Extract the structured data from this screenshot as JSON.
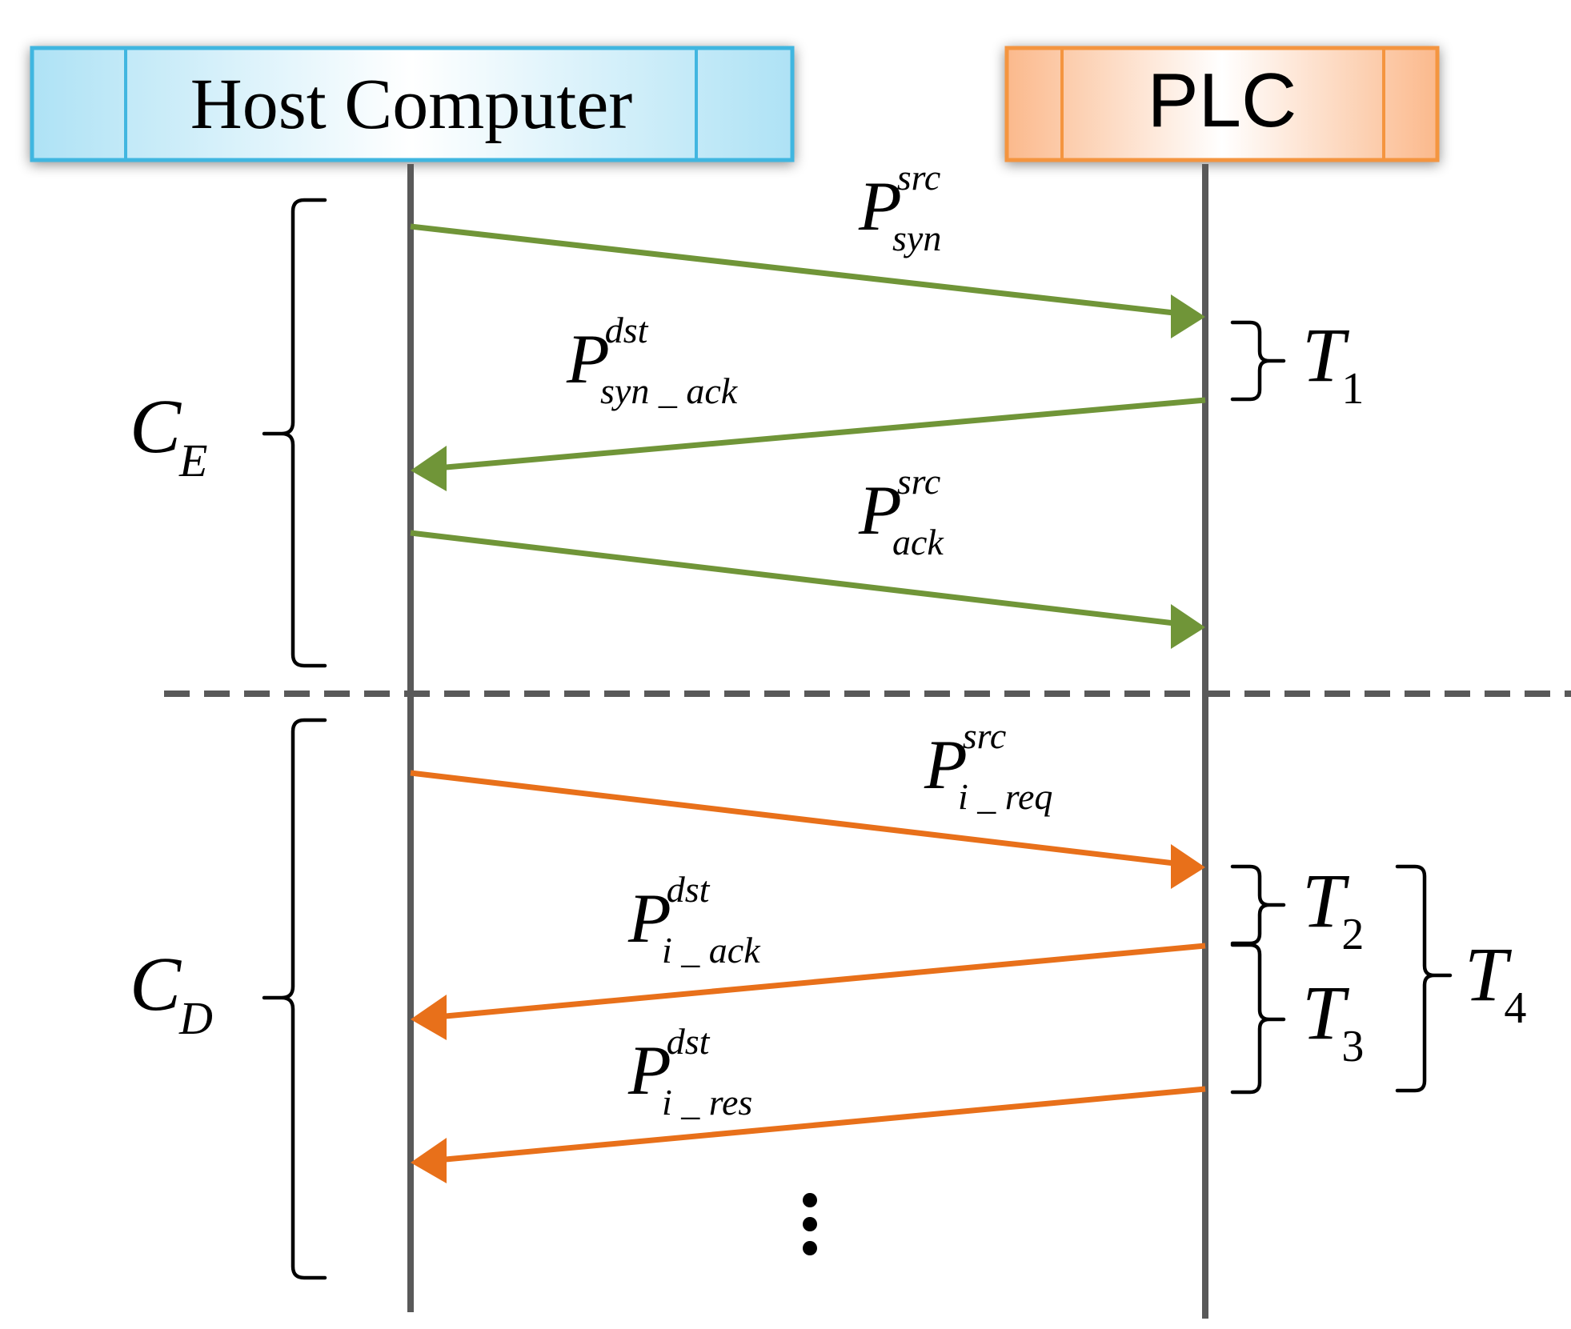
{
  "lifelines": {
    "host": {
      "title": "Host Computer",
      "fill": "#bfeaf8",
      "border": "#41b6e0"
    },
    "plc": {
      "title": "PLC",
      "fill": "#fcc9a4",
      "border": "#f4953f"
    }
  },
  "colors": {
    "establishment_arrow": "#709538",
    "data_arrow": "#e8701a",
    "lifeline": "#595959",
    "separator": "#595959"
  },
  "messages": [
    {
      "id": "syn",
      "base": "P",
      "sup": "src",
      "sub": "syn",
      "direction": "host-to-plc",
      "phase": "establishment"
    },
    {
      "id": "syn-ack",
      "base": "P",
      "sup": "dst",
      "sub": "syn _ ack",
      "direction": "plc-to-host",
      "phase": "establishment"
    },
    {
      "id": "ack",
      "base": "P",
      "sup": "src",
      "sub": "ack",
      "direction": "host-to-plc",
      "phase": "establishment"
    },
    {
      "id": "i-req",
      "base": "P",
      "sup": "src",
      "sub": "i _ req",
      "direction": "host-to-plc",
      "phase": "data"
    },
    {
      "id": "i-ack",
      "base": "P",
      "sup": "dst",
      "sub": "i _ ack",
      "direction": "plc-to-host",
      "phase": "data"
    },
    {
      "id": "i-res",
      "base": "P",
      "sup": "dst",
      "sub": "i _ res",
      "direction": "plc-to-host",
      "phase": "data"
    }
  ],
  "phases": [
    {
      "id": "establishment",
      "base": "C",
      "sub": "E"
    },
    {
      "id": "data",
      "base": "C",
      "sub": "D"
    }
  ],
  "intervals": [
    {
      "id": "T1",
      "base": "T",
      "sub": "1"
    },
    {
      "id": "T2",
      "base": "T",
      "sub": "2"
    },
    {
      "id": "T3",
      "base": "T",
      "sub": "3"
    },
    {
      "id": "T4",
      "base": "T",
      "sub": "4"
    }
  ]
}
